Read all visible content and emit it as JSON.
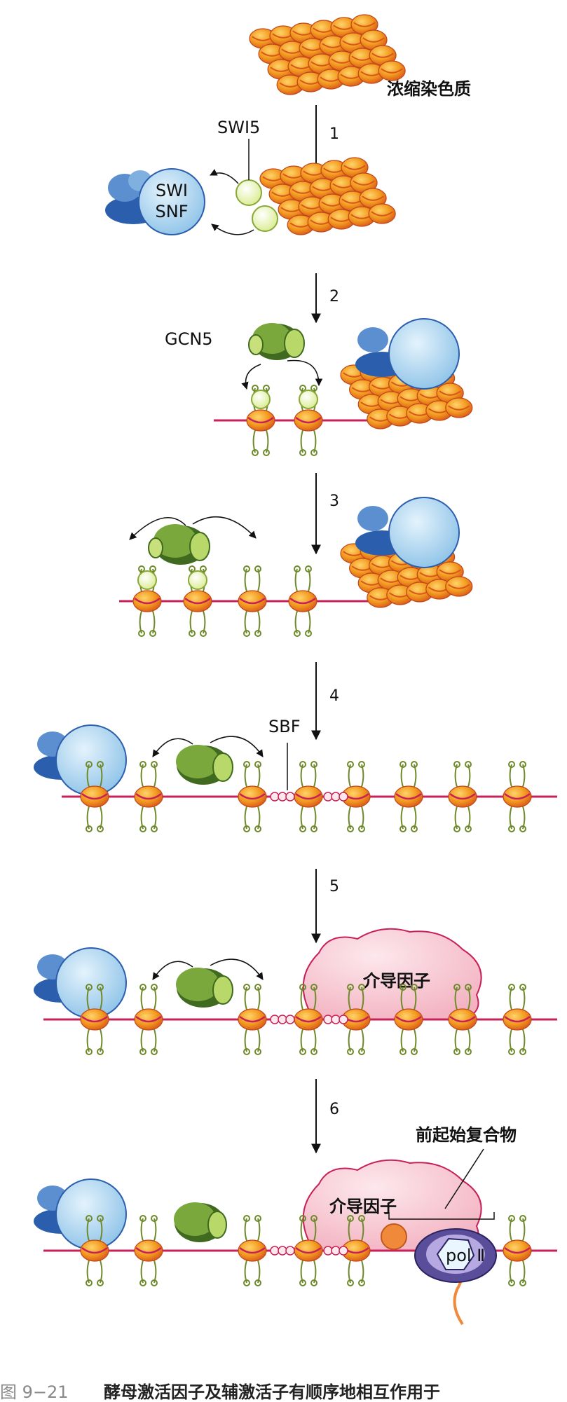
{
  "labels": {
    "condensed_chromatin": "浓缩染色质",
    "swi5": "SWI5",
    "swi": "SWI",
    "snf": "SNF",
    "gcn5": "GCN5",
    "sbf": "SBF",
    "mediator_1": "介导因子",
    "mediator_2": "介导因子",
    "preinitiation_complex": "前起始复合物",
    "pol2": "pol Ⅱ"
  },
  "steps": [
    "1",
    "2",
    "3",
    "4",
    "5",
    "6"
  ],
  "caption": {
    "number": "图 9−21",
    "text": "酵母激活因子及辅激活子有顺序地相互作用于"
  },
  "colors": {
    "nucleosome": "#f29a1f",
    "nucleosome_dark": "#d8571a",
    "dna": "#c8205a",
    "tail": "#6f8a2a",
    "swi_snf": "#a9d3ee",
    "swi_snf_dark": "#2b5fae",
    "gcn5": "#7aa83c",
    "gcn5_dark": "#3f6a1f",
    "activator": "#eef6c8",
    "mediator": "#f9cfd8",
    "pol2": "#3a3a8a"
  }
}
